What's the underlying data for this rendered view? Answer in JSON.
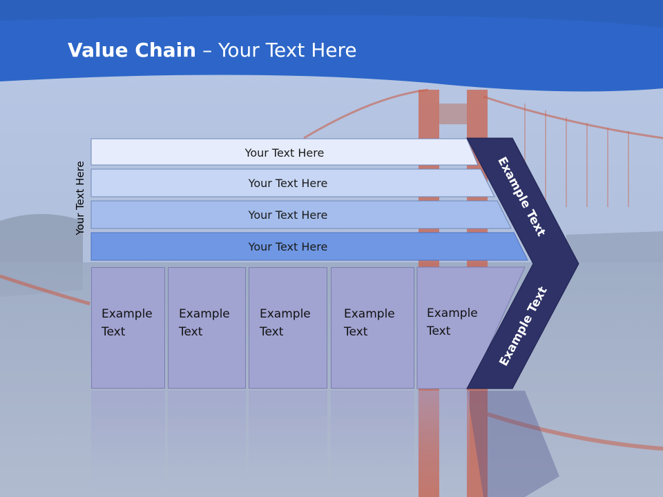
{
  "title": {
    "bold": "Value Chain",
    "rest": " – Your Text Here"
  },
  "side_label": "Your Text Here",
  "bars": [
    {
      "label": "Your Text Here",
      "color": "#e6ecfb"
    },
    {
      "label": "Your Text Here",
      "color": "#c7d6f4"
    },
    {
      "label": "Your Text Here",
      "color": "#a4bdec"
    },
    {
      "label": "Your Text Here",
      "color": "#6f97e3"
    }
  ],
  "columns": [
    {
      "line1": "Example",
      "line2": "Text"
    },
    {
      "line1": "Example",
      "line2": "Text"
    },
    {
      "line1": "Example",
      "line2": "Text"
    },
    {
      "line1": "Example",
      "line2": "Text"
    },
    {
      "line1": "Example",
      "line2": "Text"
    }
  ],
  "chevron": {
    "upper": "Example Text",
    "lower": "Example Text",
    "color": "#2e3266"
  },
  "colors": {
    "header": "#2d66c8",
    "bridge": "#c8553d"
  }
}
